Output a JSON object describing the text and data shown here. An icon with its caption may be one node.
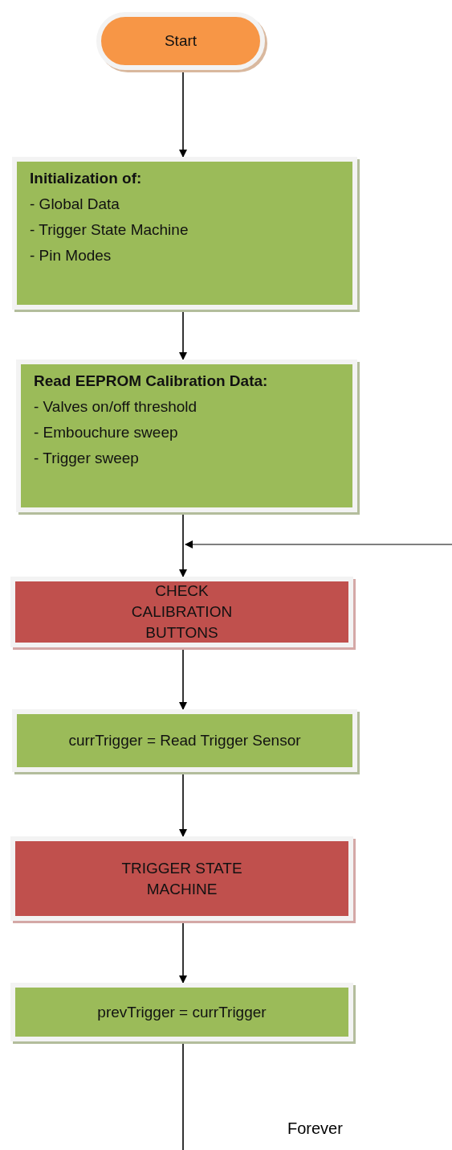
{
  "diagram": {
    "nodes": [
      {
        "text": [
          "Start"
        ]
      },
      {
        "text": [
          "Initialization of:",
          "- Global Data",
          "- Trigger State Machine",
          "- Pin Modes"
        ]
      },
      {
        "text": [
          "Read EEPROM Calibration Data:",
          "- Valves on/off threshold",
          "- Embouchure sweep",
          "- Trigger sweep"
        ]
      },
      {
        "text": [
          "CHECK CALIBRATION BUTTONS"
        ]
      },
      {
        "text": [
          "currTrigger = Read Trigger Sensor"
        ]
      },
      {
        "text": [
          "TRIGGER STATE MACHINE"
        ]
      },
      {
        "text": [
          "prevTrigger = currTrigger"
        ]
      }
    ],
    "edges": [
      {
        "from": 0,
        "to": 1,
        "arrow": "to"
      },
      {
        "from": 1,
        "to": 2,
        "arrow": "to"
      },
      {
        "from": 2,
        "to": 3,
        "arrow": "to"
      },
      {
        "from": null,
        "to": 3,
        "arrow": "to"
      },
      {
        "from": 3,
        "to": 4,
        "arrow": "to"
      },
      {
        "from": 4,
        "to": 5,
        "arrow": "to"
      },
      {
        "from": 5,
        "to": 6,
        "arrow": "to"
      },
      {
        "from": 6,
        "to": null,
        "arrow": "none"
      }
    ],
    "labels": [
      "Forever"
    ]
  }
}
